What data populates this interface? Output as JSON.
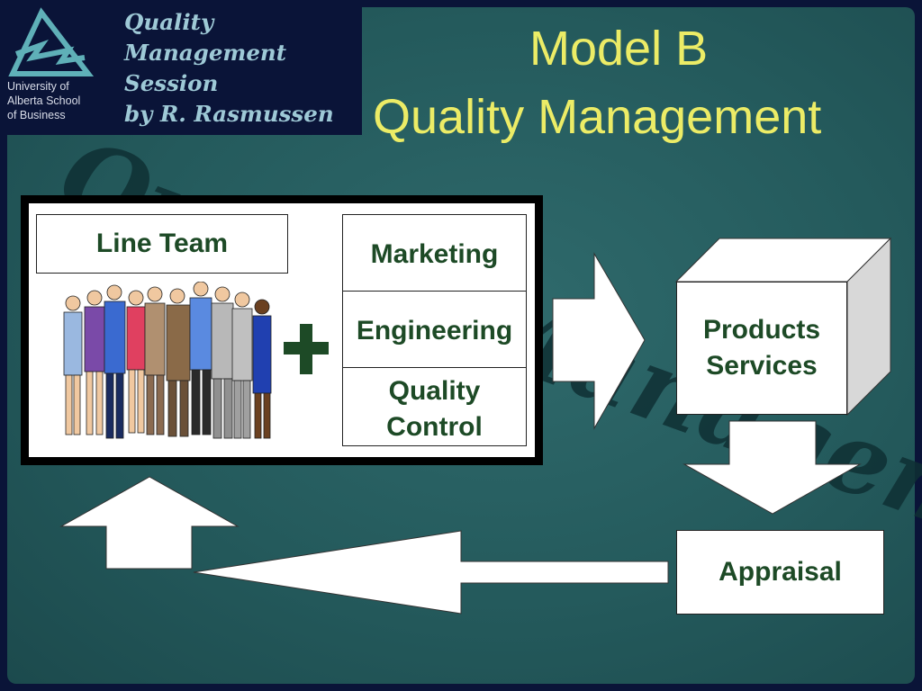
{
  "header": {
    "logo_lines": [
      "University of",
      "Alberta School",
      "of Business"
    ],
    "session_lines": [
      "Quality",
      "Management",
      "Session",
      "by R. Rasmussen"
    ]
  },
  "title": {
    "line1": "Model B",
    "line2": "Quality Management"
  },
  "watermark": {
    "text": "Quality Management"
  },
  "diagram": {
    "line_team": "Line Team",
    "functions": [
      "Marketing",
      "Engineering",
      "Quality\nControl"
    ],
    "products": "Products\nServices",
    "appraisal": "Appraisal"
  },
  "colors": {
    "background": "#245a5c",
    "frame": "#0a1438",
    "title": "#ecec66",
    "session": "#9ec9d6",
    "box_text": "#1d4a26",
    "plus": "#1d4a26",
    "watermark": "#0f3034"
  },
  "icons": [
    "mountain-logo-icon",
    "plus-icon",
    "people-clipart",
    "cube-icon"
  ]
}
